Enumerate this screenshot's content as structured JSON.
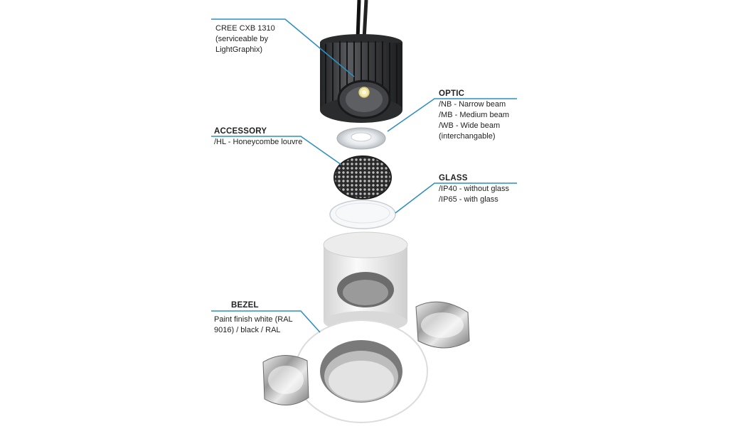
{
  "colors": {
    "leader": "#2f8fc1",
    "housing": "#3a3b3d",
    "bezel": "#f2f2f2"
  },
  "components": {
    "led": {
      "lines": [
        "CREE CXB 1310",
        "(serviceable by",
        "LightGraphix)"
      ]
    },
    "accessory": {
      "heading": "ACCESSORY",
      "lines": [
        "/HL - Honeycombe louvre"
      ]
    },
    "optic": {
      "heading": "OPTIC",
      "lines": [
        "/NB - Narrow beam",
        "/MB - Medium beam",
        "/WB - Wide beam",
        "(interchangable)"
      ]
    },
    "glass": {
      "heading": "GLASS",
      "lines": [
        "/IP40 - without glass",
        "/IP65 - with glass"
      ]
    },
    "bezel": {
      "heading": "BEZEL",
      "lines": [
        "Paint finish white (RAL",
        "9016) / black / RAL"
      ]
    }
  },
  "icons": [
    "led-module-heatsink-icon",
    "optic-lens-icon",
    "honeycomb-louvre-icon",
    "glass-disc-icon",
    "bezel-ring-icon",
    "spring-clip-icon"
  ]
}
